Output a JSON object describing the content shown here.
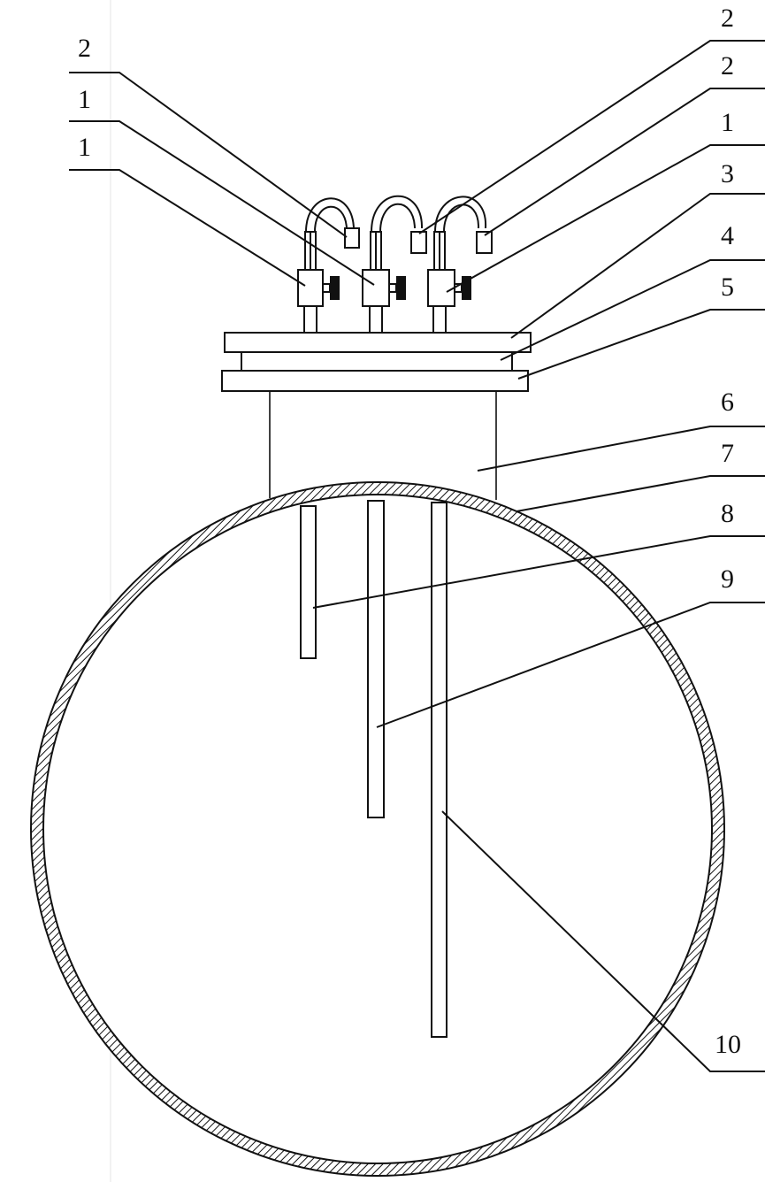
{
  "diagram": {
    "labels": [
      {
        "id": "left-1",
        "text": "2"
      },
      {
        "id": "left-2",
        "text": "1"
      },
      {
        "id": "left-3",
        "text": "1"
      },
      {
        "id": "right-1",
        "text": "2"
      },
      {
        "id": "right-2",
        "text": "2"
      },
      {
        "id": "right-3",
        "text": "1"
      },
      {
        "id": "right-4",
        "text": "3"
      },
      {
        "id": "right-5",
        "text": "4"
      },
      {
        "id": "right-6",
        "text": "5"
      },
      {
        "id": "right-7",
        "text": "6"
      },
      {
        "id": "right-8",
        "text": "7"
      },
      {
        "id": "right-9",
        "text": "8"
      },
      {
        "id": "right-10",
        "text": "9"
      },
      {
        "id": "right-11",
        "text": "10"
      }
    ]
  }
}
